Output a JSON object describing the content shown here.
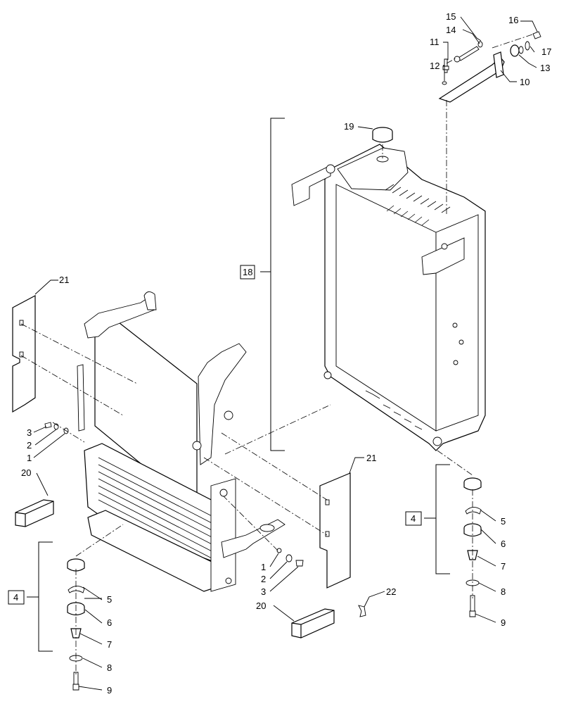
{
  "callouts": {
    "c1a": "1",
    "c1b": "1",
    "c2a": "2",
    "c2b": "2",
    "c3a": "3",
    "c3b": "3",
    "c4a": "4",
    "c4b": "4",
    "c5a": "5",
    "c5b": "5",
    "c6a": "6",
    "c6b": "6",
    "c7a": "7",
    "c7b": "7",
    "c8a": "8",
    "c8b": "8",
    "c9a": "9",
    "c9b": "9",
    "c10": "10",
    "c11": "11",
    "c12": "12",
    "c13": "13",
    "c14": "14",
    "c15": "15",
    "c16": "16",
    "c17": "17",
    "c18": "18",
    "c19": "19",
    "c20a": "20",
    "c20b": "20",
    "c21a": "21",
    "c21b": "21",
    "c22": "22"
  }
}
